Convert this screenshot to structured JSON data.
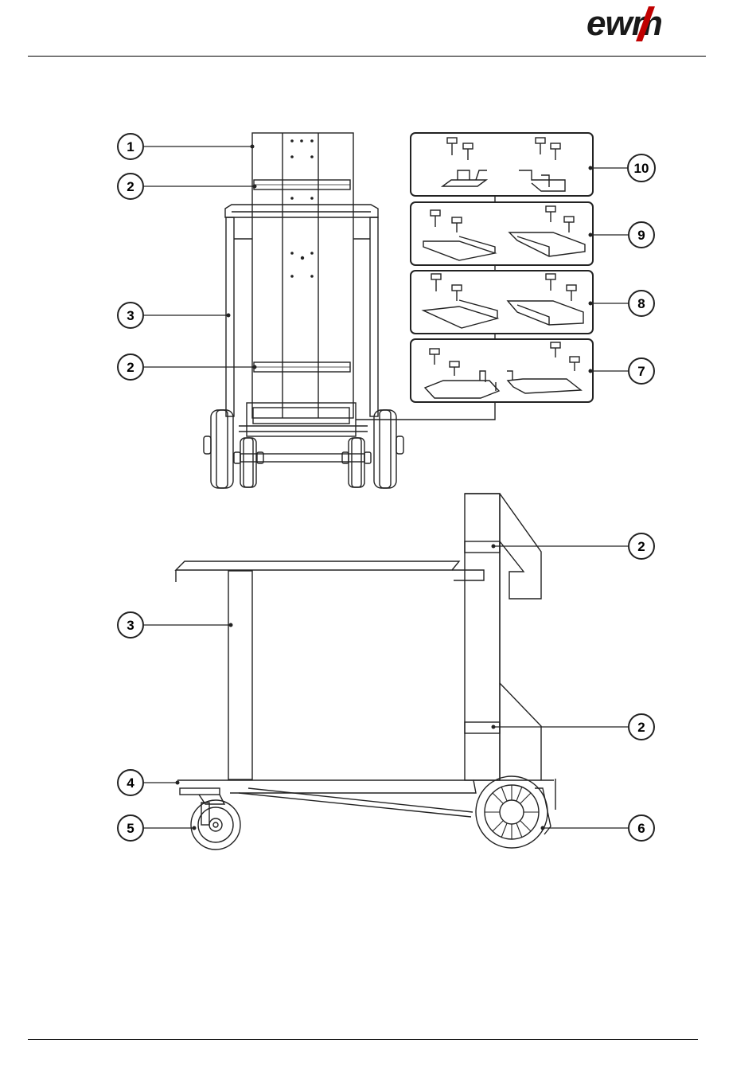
{
  "header": {
    "logo_text": "ewm",
    "brand_color": "#c00000"
  },
  "callouts": {
    "top": [
      "1",
      "2",
      "3",
      "2"
    ],
    "kits": [
      "10",
      "9",
      "8",
      "7"
    ],
    "side_right": [
      "2",
      "2",
      "6"
    ],
    "side_left": [
      "3",
      "4",
      "5"
    ]
  }
}
